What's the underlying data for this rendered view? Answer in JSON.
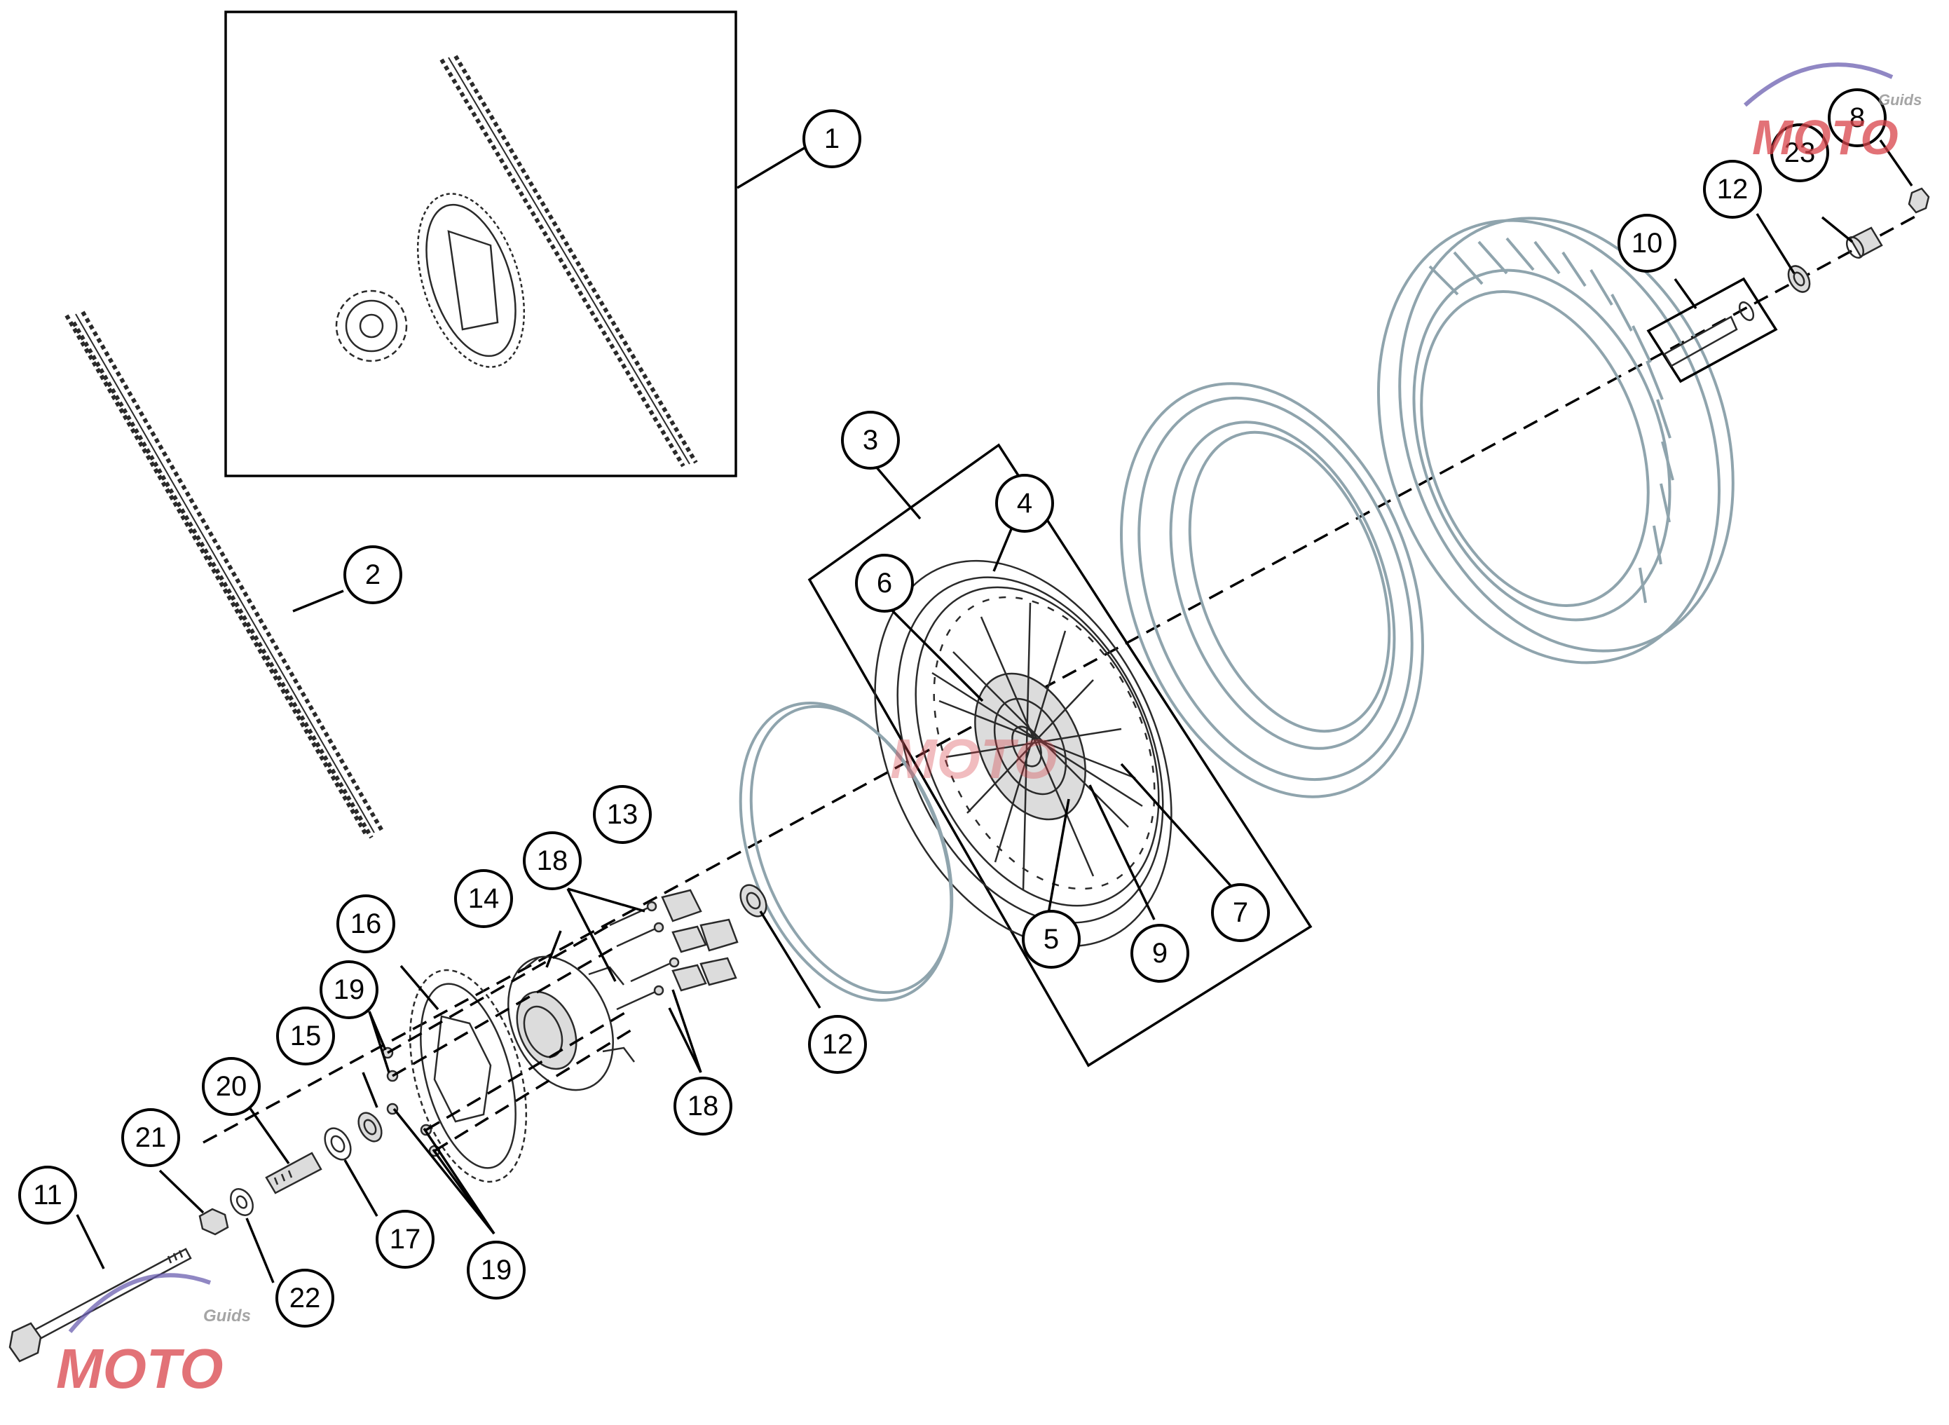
{
  "callouts": [
    {
      "id": "c1",
      "label": "1"
    },
    {
      "id": "c2",
      "label": "2"
    },
    {
      "id": "c3",
      "label": "3"
    },
    {
      "id": "c4",
      "label": "4"
    },
    {
      "id": "c5",
      "label": "5"
    },
    {
      "id": "c6",
      "label": "6"
    },
    {
      "id": "c7",
      "label": "7"
    },
    {
      "id": "c8",
      "label": "8"
    },
    {
      "id": "c9",
      "label": "9"
    },
    {
      "id": "c10",
      "label": "10"
    },
    {
      "id": "c11",
      "label": "11"
    },
    {
      "id": "c12a",
      "label": "12"
    },
    {
      "id": "c12b",
      "label": "12"
    },
    {
      "id": "c13",
      "label": "13"
    },
    {
      "id": "c14",
      "label": "14"
    },
    {
      "id": "c15",
      "label": "15"
    },
    {
      "id": "c16",
      "label": "16"
    },
    {
      "id": "c17",
      "label": "17"
    },
    {
      "id": "c18a",
      "label": "18"
    },
    {
      "id": "c18b",
      "label": "18"
    },
    {
      "id": "c19a",
      "label": "19"
    },
    {
      "id": "c19b",
      "label": "19"
    },
    {
      "id": "c20",
      "label": "20"
    },
    {
      "id": "c21",
      "label": "21"
    },
    {
      "id": "c22",
      "label": "22"
    },
    {
      "id": "c23",
      "label": "23"
    }
  ],
  "watermark": {
    "brand": "MOTO",
    "sub": "Guids",
    "color_primary": "#d9434a",
    "color_secondary": "#6b5fb0"
  }
}
